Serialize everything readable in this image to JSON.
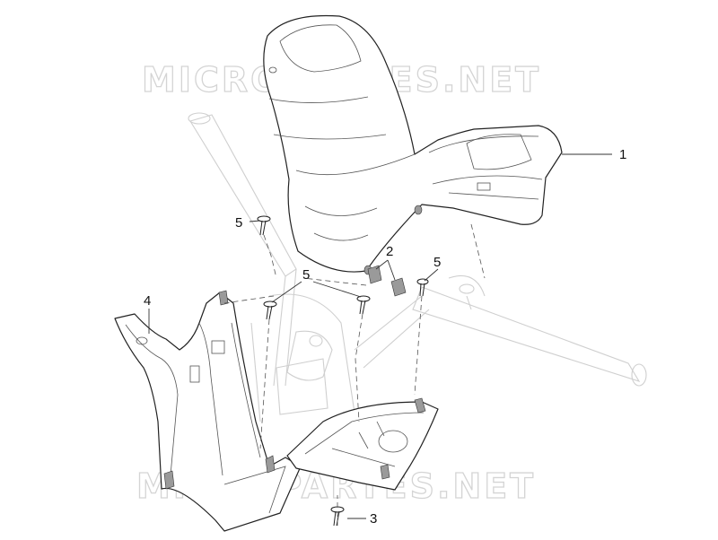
{
  "watermark": "MICROPARTES.NET",
  "callouts": [
    "1",
    "2",
    "3",
    "4",
    "5",
    "5",
    "5"
  ]
}
